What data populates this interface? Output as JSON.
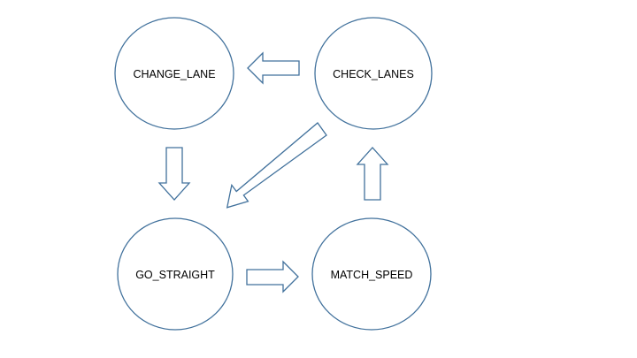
{
  "states": {
    "change_lane": "CHANGE_LANE",
    "check_lanes": "CHECK_LANES",
    "go_straight": "GO_STRAIGHT",
    "match_speed": "MATCH_SPEED"
  },
  "transitions": [
    {
      "from": "CHECK_LANES",
      "to": "CHANGE_LANE"
    },
    {
      "from": "CHECK_LANES",
      "to": "GO_STRAIGHT"
    },
    {
      "from": "CHANGE_LANE",
      "to": "GO_STRAIGHT"
    },
    {
      "from": "GO_STRAIGHT",
      "to": "MATCH_SPEED"
    },
    {
      "from": "MATCH_SPEED",
      "to": "CHECK_LANES"
    }
  ],
  "colors": {
    "outline": "#41719c",
    "fill": "#ffffff",
    "text": "#000000"
  }
}
